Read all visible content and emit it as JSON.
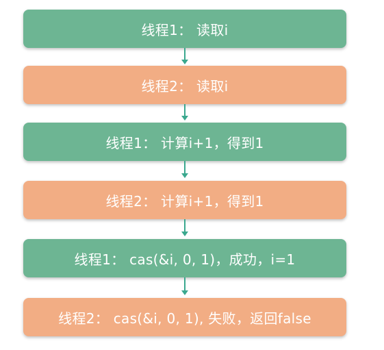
{
  "colors": {
    "thread1": "#6db593",
    "thread2": "#f2ad84",
    "connector": "#3aa88e"
  },
  "steps": [
    {
      "thread": "thread1",
      "text": "线程1： 读取i"
    },
    {
      "thread": "thread2",
      "text": "线程2： 读取i"
    },
    {
      "thread": "thread1",
      "text": "线程1： 计算i+1，得到1"
    },
    {
      "thread": "thread2",
      "text": "线程2： 计算i+1，得到1"
    },
    {
      "thread": "thread1",
      "text": "线程1： cas(&i, 0, 1)，成功，i=1"
    },
    {
      "thread": "thread2",
      "text": "线程2： cas(&i, 0, 1), 失败，返回false"
    }
  ]
}
